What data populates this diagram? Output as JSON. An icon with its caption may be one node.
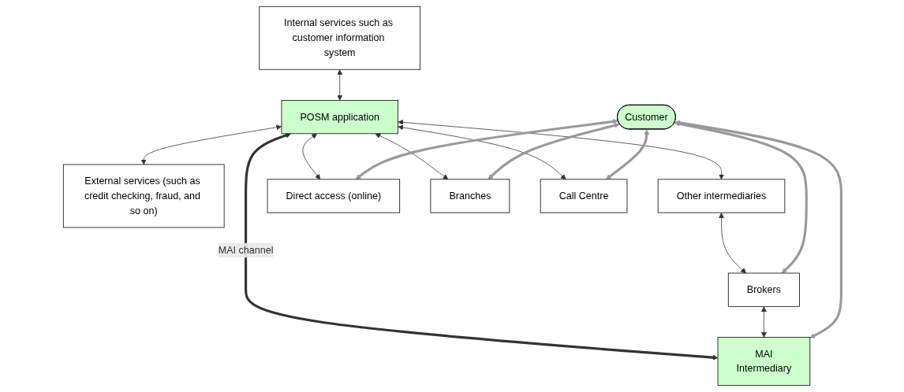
{
  "diagram": {
    "nodes": [
      {
        "text": [
          "Internal services such as customer information system"
        ]
      },
      {
        "text": [
          "POSM application"
        ]
      },
      {
        "text": [
          "External services (such as credit checking, fraud, and so on)"
        ]
      },
      {
        "text": [
          "Other intermediaries"
        ]
      },
      {
        "text": [
          "MAI",
          "Intermediary"
        ]
      },
      {
        "text": [
          "Direct access (online)"
        ]
      },
      {
        "text": [
          "Branches"
        ]
      },
      {
        "text": [
          "Call Centre"
        ]
      },
      {
        "text": [
          "Brokers"
        ]
      },
      {
        "text": [
          "Customer"
        ]
      }
    ],
    "edges": [
      {
        "from": 0,
        "to": 1,
        "arrow": "both"
      },
      {
        "from": 1,
        "to": 2,
        "arrow": "both"
      },
      {
        "from": 1,
        "to": 3,
        "arrow": "both"
      },
      {
        "from": 1,
        "to": 4,
        "arrow": "both",
        "label": "MAI channel",
        "style": "thick"
      },
      {
        "from": 1,
        "to": 5,
        "arrow": "both"
      },
      {
        "from": 1,
        "to": 6,
        "arrow": "both"
      },
      {
        "from": 1,
        "to": 7,
        "arrow": "both"
      },
      {
        "from": 3,
        "to": 8,
        "arrow": "both"
      },
      {
        "from": 8,
        "to": 4,
        "arrow": "both"
      },
      {
        "from": 9,
        "to": 8,
        "arrow": "both",
        "style": "thick",
        "color": "#999999"
      },
      {
        "from": 9,
        "to": 4,
        "arrow": "both",
        "style": "thick",
        "color": "#999999"
      },
      {
        "from": 9,
        "to": 5,
        "arrow": "both",
        "style": "thick",
        "color": "#999999"
      },
      {
        "from": 9,
        "to": 6,
        "arrow": "both",
        "style": "thick",
        "color": "#999999"
      },
      {
        "from": 9,
        "to": 7,
        "arrow": "both",
        "style": "thick",
        "color": "#999999"
      }
    ]
  }
}
